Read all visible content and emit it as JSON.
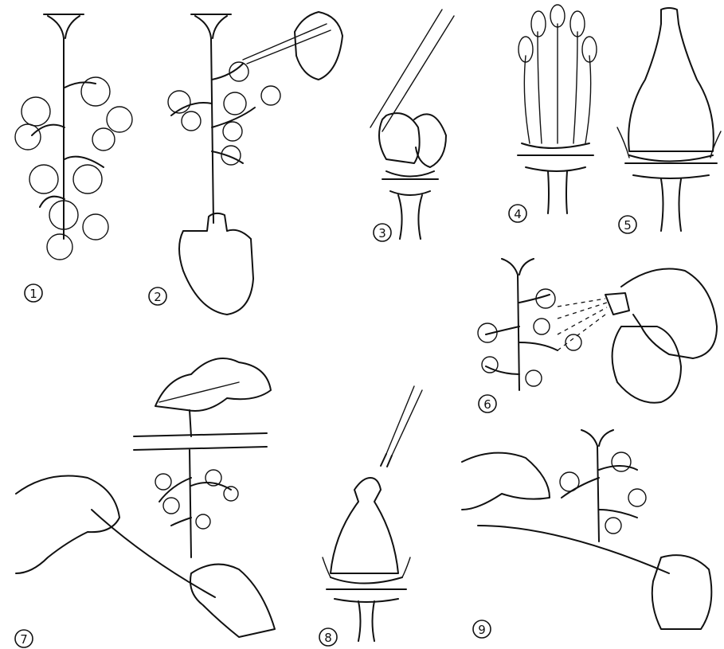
{
  "steps": [
    {
      "number": "1"
    },
    {
      "number": "2"
    },
    {
      "number": "3"
    },
    {
      "number": "4"
    },
    {
      "number": "5"
    },
    {
      "number": "6"
    },
    {
      "number": "7"
    },
    {
      "number": "8"
    },
    {
      "number": "9"
    }
  ],
  "colors": {
    "ink": "#111111",
    "background": "#ffffff"
  }
}
